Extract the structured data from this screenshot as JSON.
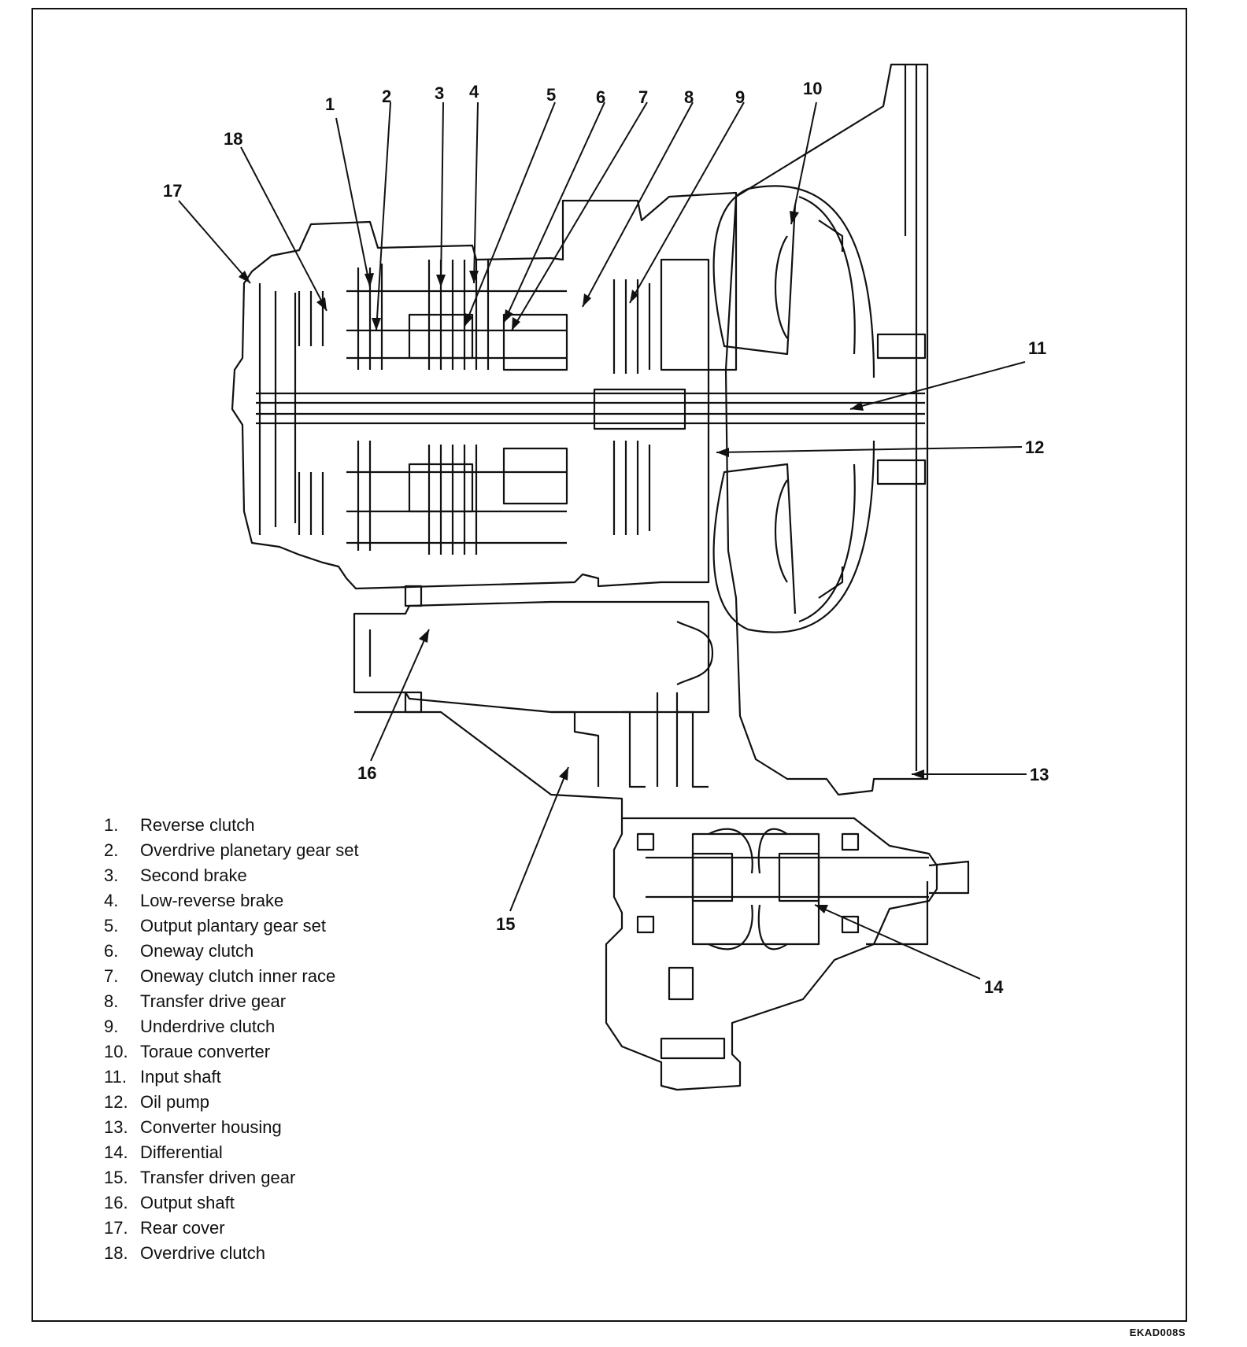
{
  "figure_code": "EKAD008S",
  "callouts": [
    "1",
    "2",
    "3",
    "4",
    "5",
    "6",
    "7",
    "8",
    "9",
    "10",
    "11",
    "12",
    "13",
    "14",
    "15",
    "16",
    "17",
    "18"
  ],
  "legend": [
    {
      "num": "1.",
      "label": "Reverse clutch"
    },
    {
      "num": "2.",
      "label": "Overdrive planetary gear set"
    },
    {
      "num": "3.",
      "label": "Second brake"
    },
    {
      "num": "4.",
      "label": "Low-reverse brake"
    },
    {
      "num": "5.",
      "label": "Output plantary gear set"
    },
    {
      "num": "6.",
      "label": "Oneway clutch"
    },
    {
      "num": "7.",
      "label": "Oneway clutch inner race"
    },
    {
      "num": "8.",
      "label": "Transfer drive gear"
    },
    {
      "num": "9.",
      "label": "Underdrive clutch"
    },
    {
      "num": "10.",
      "label": "Toraue converter"
    },
    {
      "num": "11.",
      "label": "Input shaft"
    },
    {
      "num": "12.",
      "label": "Oil pump"
    },
    {
      "num": "13.",
      "label": "Converter housing"
    },
    {
      "num": "14.",
      "label": "Differential"
    },
    {
      "num": "15.",
      "label": "Transfer driven gear"
    },
    {
      "num": "16.",
      "label": "Output shaft"
    },
    {
      "num": "17.",
      "label": "Rear cover"
    },
    {
      "num": "18.",
      "label": "Overdrive clutch"
    }
  ]
}
